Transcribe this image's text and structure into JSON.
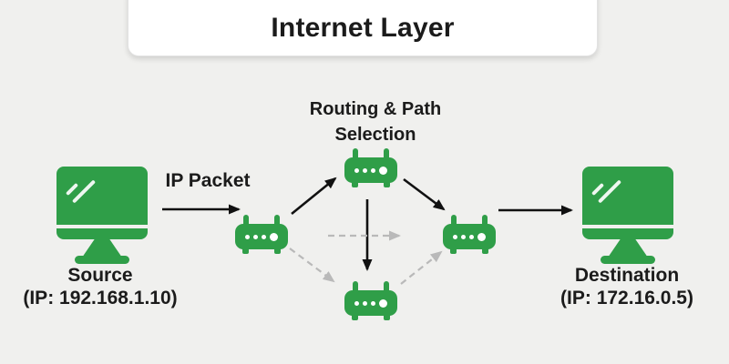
{
  "title": {
    "text": "Internet Layer"
  },
  "flow": {
    "packet_label": "IP Packet",
    "routing_label": "Routing & Path Selection",
    "source": {
      "label": "Source",
      "ip": "(IP: 192.168.1.10)"
    },
    "destination": {
      "label": "Destination",
      "ip": "(IP: 172.16.0.5)"
    }
  },
  "icons": {
    "source": "monitor-icon",
    "destination": "monitor-icon",
    "hops": "router-icon"
  },
  "colors": {
    "green": "#2f9e48",
    "background": "#f0f0ee",
    "card": "#ffffff",
    "text": "#1b1b1b",
    "solid_arrow": "#111111",
    "dashed_arrow": "#b9b9b9"
  }
}
